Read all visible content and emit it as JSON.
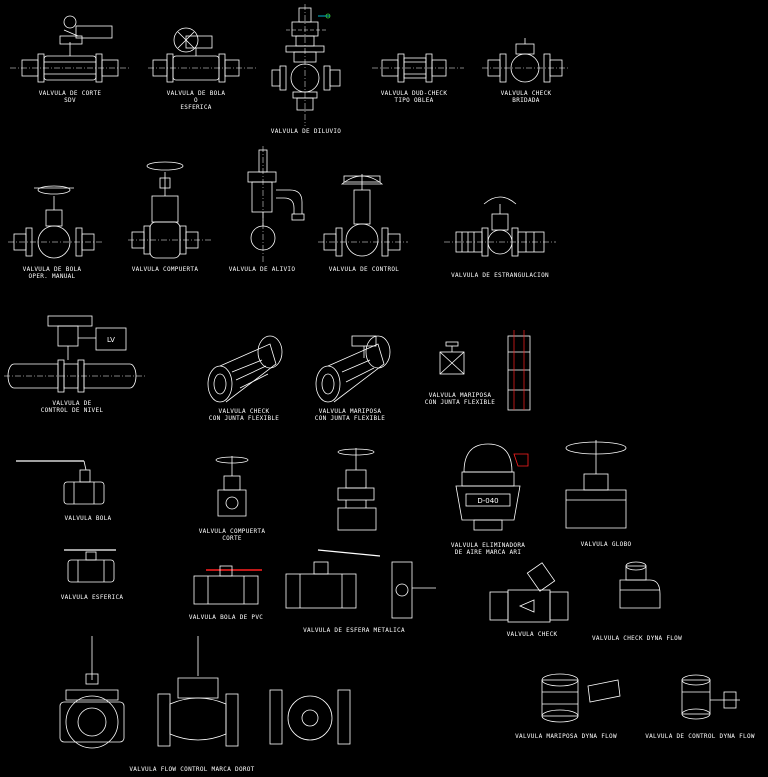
{
  "labels": {
    "sdv": [
      "VALVULA DE CORTE",
      "SDV"
    ],
    "bola_esferica": [
      "VALVULA DE BOLA",
      "O",
      "ESFERICA"
    ],
    "diluvio": [
      "VALVULA DE DILUVIO"
    ],
    "dud_check": [
      "VALVULA DUD-CHECK",
      "TIPO OBLEA"
    ],
    "check_bridada": [
      "VALVULA CHECK",
      "BRIDADA"
    ],
    "bola_manual": [
      "VALVULA DE BOLA",
      "OPER. MANUAL"
    ],
    "compuerta": [
      "VALVULA COMPUERTA"
    ],
    "alivio": [
      "VALVULA DE ALIVIO"
    ],
    "control": [
      "VALVULA DE CONTROL"
    ],
    "estrangulacion": [
      "VALVULA DE ESTRANGULACION"
    ],
    "control_nivel": [
      "VALVULA DE",
      "CONTROL DE NIVEL"
    ],
    "check_junta": [
      "VALVULA CHECK",
      "CON JUNTA FLEXIBLE"
    ],
    "mariposa_junta": [
      "VALVULA MARIPOSA",
      "CON JUNTA FLEXIBLE"
    ],
    "mariposa_junta_2": [
      "VALVULA MARIPOSA",
      "CON JUNTA FLEXIBLE"
    ],
    "bola": [
      "VALVULA BOLA"
    ],
    "compuerta_corte": [
      "VALVULA COMPUERTA",
      "CORTE"
    ],
    "eliminadora": [
      "VALVULA ELIMINADORA",
      "DE AIRE MARCA ARI"
    ],
    "globo": [
      "VALVULA GLOBO"
    ],
    "esferica": [
      "VALVULA ESFERICA"
    ],
    "bola_pvc": [
      "VALVULA BOLA DE PVC"
    ],
    "esfera_metalica": [
      "VALVULA DE ESFERA METALICA"
    ],
    "check": [
      "VALVULA CHECK"
    ],
    "check_dyna": [
      "VALVULA CHECK DYNA FLOW"
    ],
    "mariposa_dyna": [
      "VALVULA MARIPOSA DYNA FLOW"
    ],
    "control_dyna": [
      "VALVULA DE CONTROL DYNA FLOW"
    ],
    "flow_control": [
      "VALVULA FLOW CONTROL MARCA DOROT"
    ]
  },
  "tags": {
    "lv": "LV",
    "d040": "D-040"
  },
  "colors": {
    "background": "#000000",
    "line": "#ffffff",
    "accent_red": "#ff2020",
    "accent_cyan": "#00e5ff",
    "accent_green": "#35d035"
  }
}
